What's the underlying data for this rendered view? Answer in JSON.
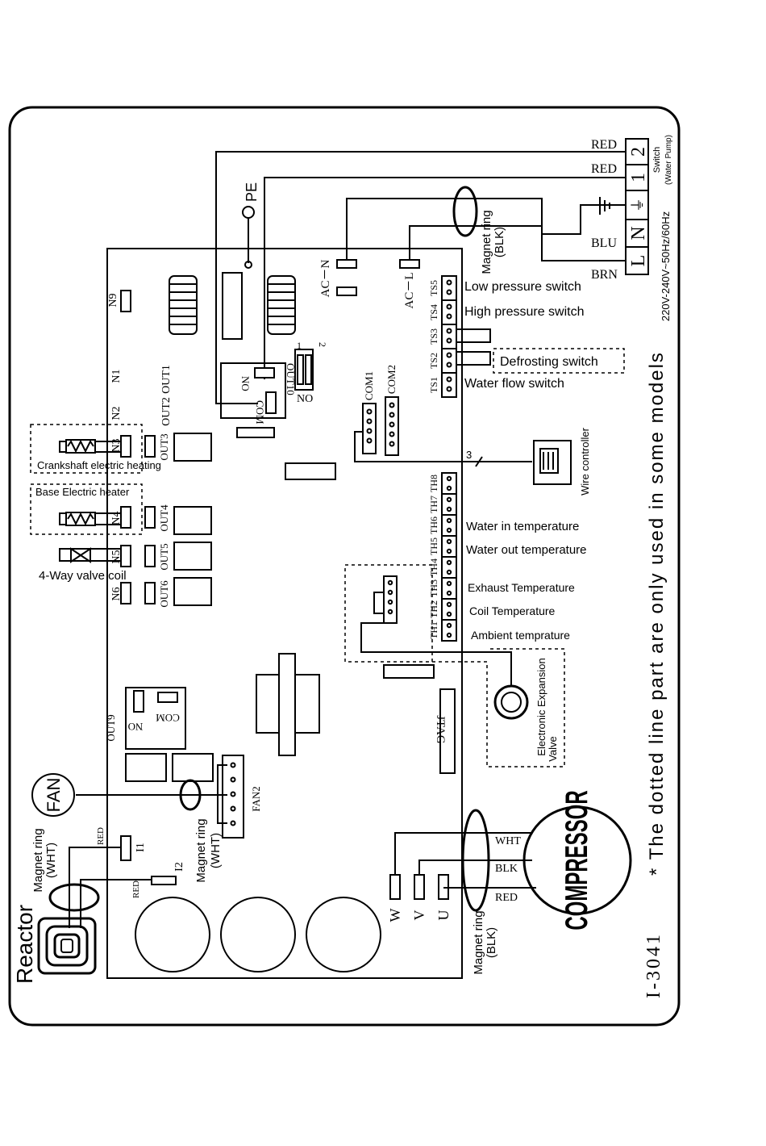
{
  "diagram": {
    "note": "* The dotted line part are only used in some models",
    "model": "I-3041",
    "power": {
      "supply": "220V-240V~50Hz/60Hz",
      "switch": "Switch",
      "switch_note": "(Water Pump)",
      "terminals": [
        "2",
        "1",
        "⏚",
        "N",
        "L"
      ],
      "wires": [
        "RED",
        "RED",
        "BLU",
        "BRN"
      ],
      "pe": "PE"
    },
    "magnet_ring_blk": "Magnet ring",
    "magnet_ring_blk_color": "(BLK)",
    "magnet_ring_wht": "Magnet ring",
    "magnet_ring_wht_color": "(WHT)",
    "board": {
      "ac_n": "AC－N",
      "ac_l": "AC－L",
      "n9": "N9",
      "n1": "N1",
      "n2": "N2",
      "n3": "N3",
      "n4": "N4",
      "n5": "N5",
      "n6": "N6",
      "out1": "OUT1",
      "out2": "OUT2",
      "out3": "OUT3",
      "out4": "OUT4",
      "out5": "OUT5",
      "out6": "OUT6",
      "out9": "OUT9",
      "out10": "OUT10",
      "no": "NO",
      "com": "COM",
      "dip_1": "1",
      "dip_2": "2",
      "com1": "COM1",
      "com2": "COM2",
      "jtag": "JTAG",
      "fan2": "FAN2",
      "i1": "I1",
      "i2": "I2",
      "w": "W",
      "v": "V",
      "u": "U",
      "ts": [
        "TS5",
        "TS4",
        "TS3",
        "TS2",
        "TS1"
      ],
      "th": [
        "TH8",
        "TH7",
        "TH6",
        "TH5",
        "TH4",
        "TH3",
        "TH2",
        "TH1"
      ]
    },
    "switches": {
      "low_pressure": "Low pressure switch",
      "high_pressure": "High pressure switch",
      "defrosting": "Defrosting switch",
      "water_flow": "Water flow switch"
    },
    "sensors": {
      "water_in": "Water in temperature",
      "water_out": "Water out temperature",
      "exhaust": "Exhaust Temperature",
      "coil": "Coil Temperature",
      "ambient": "Ambient temprature"
    },
    "wire_controller": "Wire controller",
    "wire_count": "3",
    "eev": "Electronic Expansion",
    "eev_2": "Valve",
    "crankshaft": "Crankshaft electric heating",
    "base_heater": "Base Electric heater",
    "four_way": "4-Way valve coil",
    "fan": "FAN",
    "reactor": "Reactor",
    "compressor": "COMPRESSOR",
    "comp_wires": [
      "WHT",
      "BLK",
      "RED"
    ],
    "reactor_wires": [
      "RED",
      "RED"
    ]
  }
}
